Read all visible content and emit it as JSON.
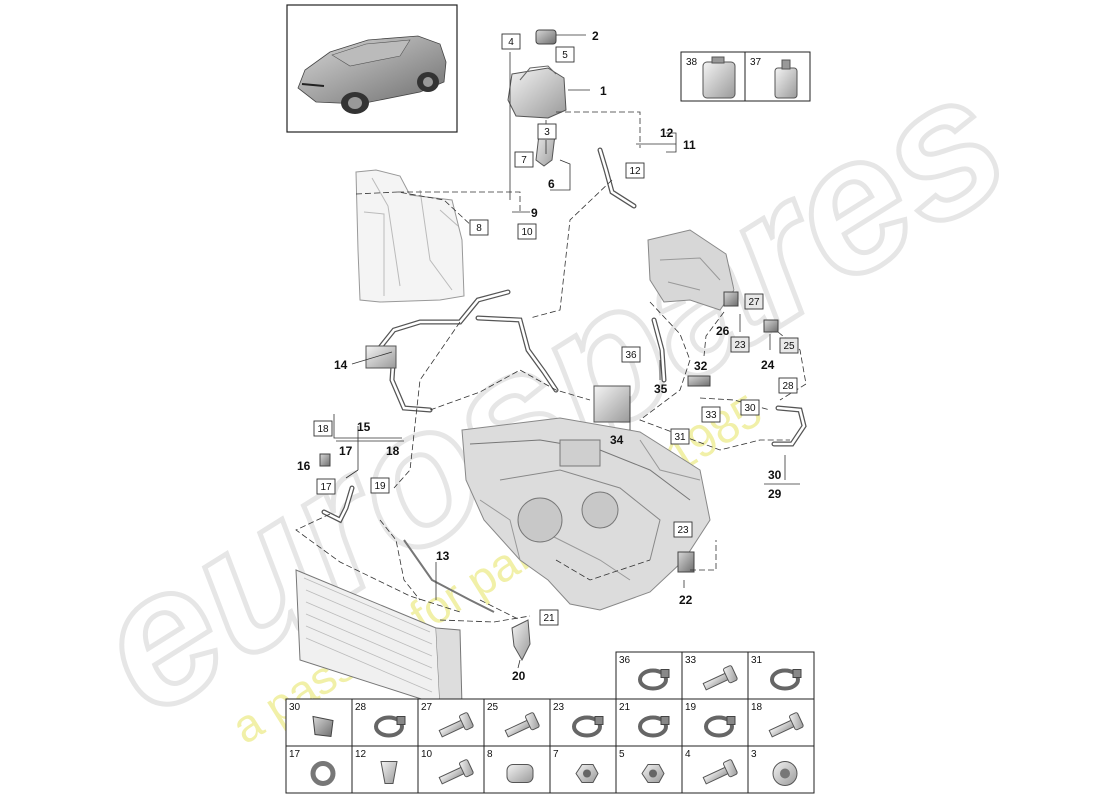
{
  "diagram": {
    "callouts": [
      "1",
      "2",
      "6",
      "9",
      "11",
      "13",
      "14",
      "15",
      "16",
      "17",
      "18",
      "20",
      "22",
      "24",
      "26",
      "29",
      "30",
      "32",
      "34",
      "35"
    ],
    "boxed_labels": [
      "4",
      "5",
      "3",
      "7",
      "8",
      "10",
      "12",
      "12",
      "36",
      "27",
      "23",
      "25",
      "28",
      "30",
      "33",
      "31",
      "18",
      "17",
      "19",
      "23",
      "21"
    ],
    "thumbs": [
      "38",
      "37"
    ],
    "parts_table": {
      "row1": [
        "36",
        "33",
        "31"
      ],
      "row2": [
        "30",
        "28",
        "27",
        "25",
        "23",
        "21",
        "19",
        "18"
      ],
      "row3": [
        "17",
        "12",
        "10",
        "8",
        "7",
        "5",
        "4",
        "3"
      ]
    }
  },
  "watermark": {
    "brand": "eurospares",
    "tagline": "a passion for parts since 1985"
  },
  "colors": {
    "watermark_gray": "#e6e6e6",
    "watermark_yellow": "#f1f0a8",
    "tag_fill": "#e8e8e8"
  }
}
